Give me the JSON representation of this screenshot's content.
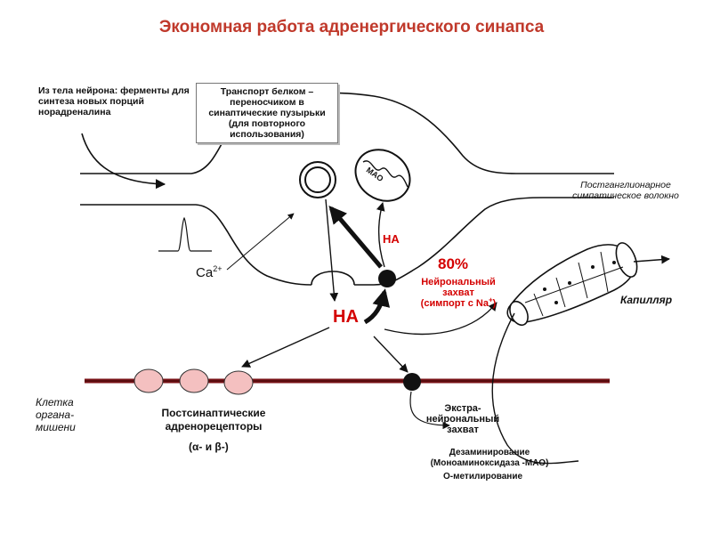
{
  "title": "Экономная работа адренергического синапса",
  "labels": {
    "neuron_body": "Из тела нейрона: ферменты для синтеза новых порций норадреналина",
    "transport_box": "Транспорт белком – переносчиком в синаптические пузырьки (для повторного использования)",
    "mao": "МАО",
    "fiber": "Постганглионарное симпатическое волокно",
    "na_small": "НА",
    "percent": "80%",
    "neuronal_uptake": "Нейрональный захват",
    "symport_prefix": "(симпорт с Na",
    "symport_sup": "+",
    "symport_suffix": ")",
    "calcium": "Ca",
    "calcium_sup": "2+",
    "na_big": "НА",
    "capillary": "Капилляр",
    "target_cell": "Клетка органа-мишени",
    "receptors": "Постсинаптические адренорецепторы",
    "receptor_types": "(α- и β-)",
    "extra_uptake": "Экстра-нейрональный захват",
    "deamination": "Дезаминирование",
    "mao_full": "(Моноаминоксидаза -МАО)",
    "methylation": "О-метилирование"
  },
  "colors": {
    "title": "#c0392b",
    "accent_red": "#d40000",
    "membrane": "#7a1418",
    "receptor_fill": "#f4c0c0",
    "line": "#111111"
  }
}
